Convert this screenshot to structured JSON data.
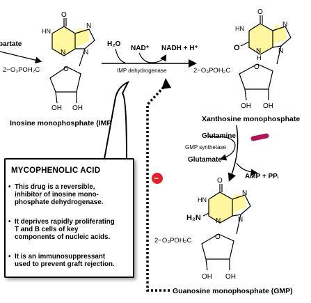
{
  "molecules": {
    "imp": {
      "label": "Inosine monophosphate (IMP)"
    },
    "xmp": {
      "label": "Xanthosine monophosphate"
    },
    "gmp": {
      "label": "Guanosine monophosphate (GMP)"
    },
    "aspartate_fragment": "partate"
  },
  "atoms": {
    "O": "O",
    "N": "N",
    "H": "H",
    "HN": "HN",
    "OH": "OH",
    "H2N": "H₂N",
    "phosphate": "2−O₃POH₂C"
  },
  "reaction1": {
    "water": "H₂O",
    "nad": "NAD⁺",
    "nadh": "NADH + H⁺",
    "enzyme": "IMP dehydrogenase"
  },
  "reaction2": {
    "glutamine": "Glutamine",
    "enzyme": "GMP synthetase",
    "glutamate": "Glutamate",
    "products": "AMP + PPᵢ"
  },
  "inhibitor_symbol": "−",
  "callout": {
    "title": "MYCOPHENOLIC ACID",
    "bullets": [
      "This drug is a reversible,\ninhibitor of inosine mono-\nphosphate dehydrogenase.",
      "It deprives rapidly proliferating\nT and B cells of key\ncomponents of nucleic acids.",
      "It is an immunosuppressant\nused to prevent graft rejection."
    ]
  },
  "colors": {
    "purine_fill": "#fff6a0",
    "inhibitor_red": "#e0202a",
    "glutamine_marker": "#b0155c"
  }
}
